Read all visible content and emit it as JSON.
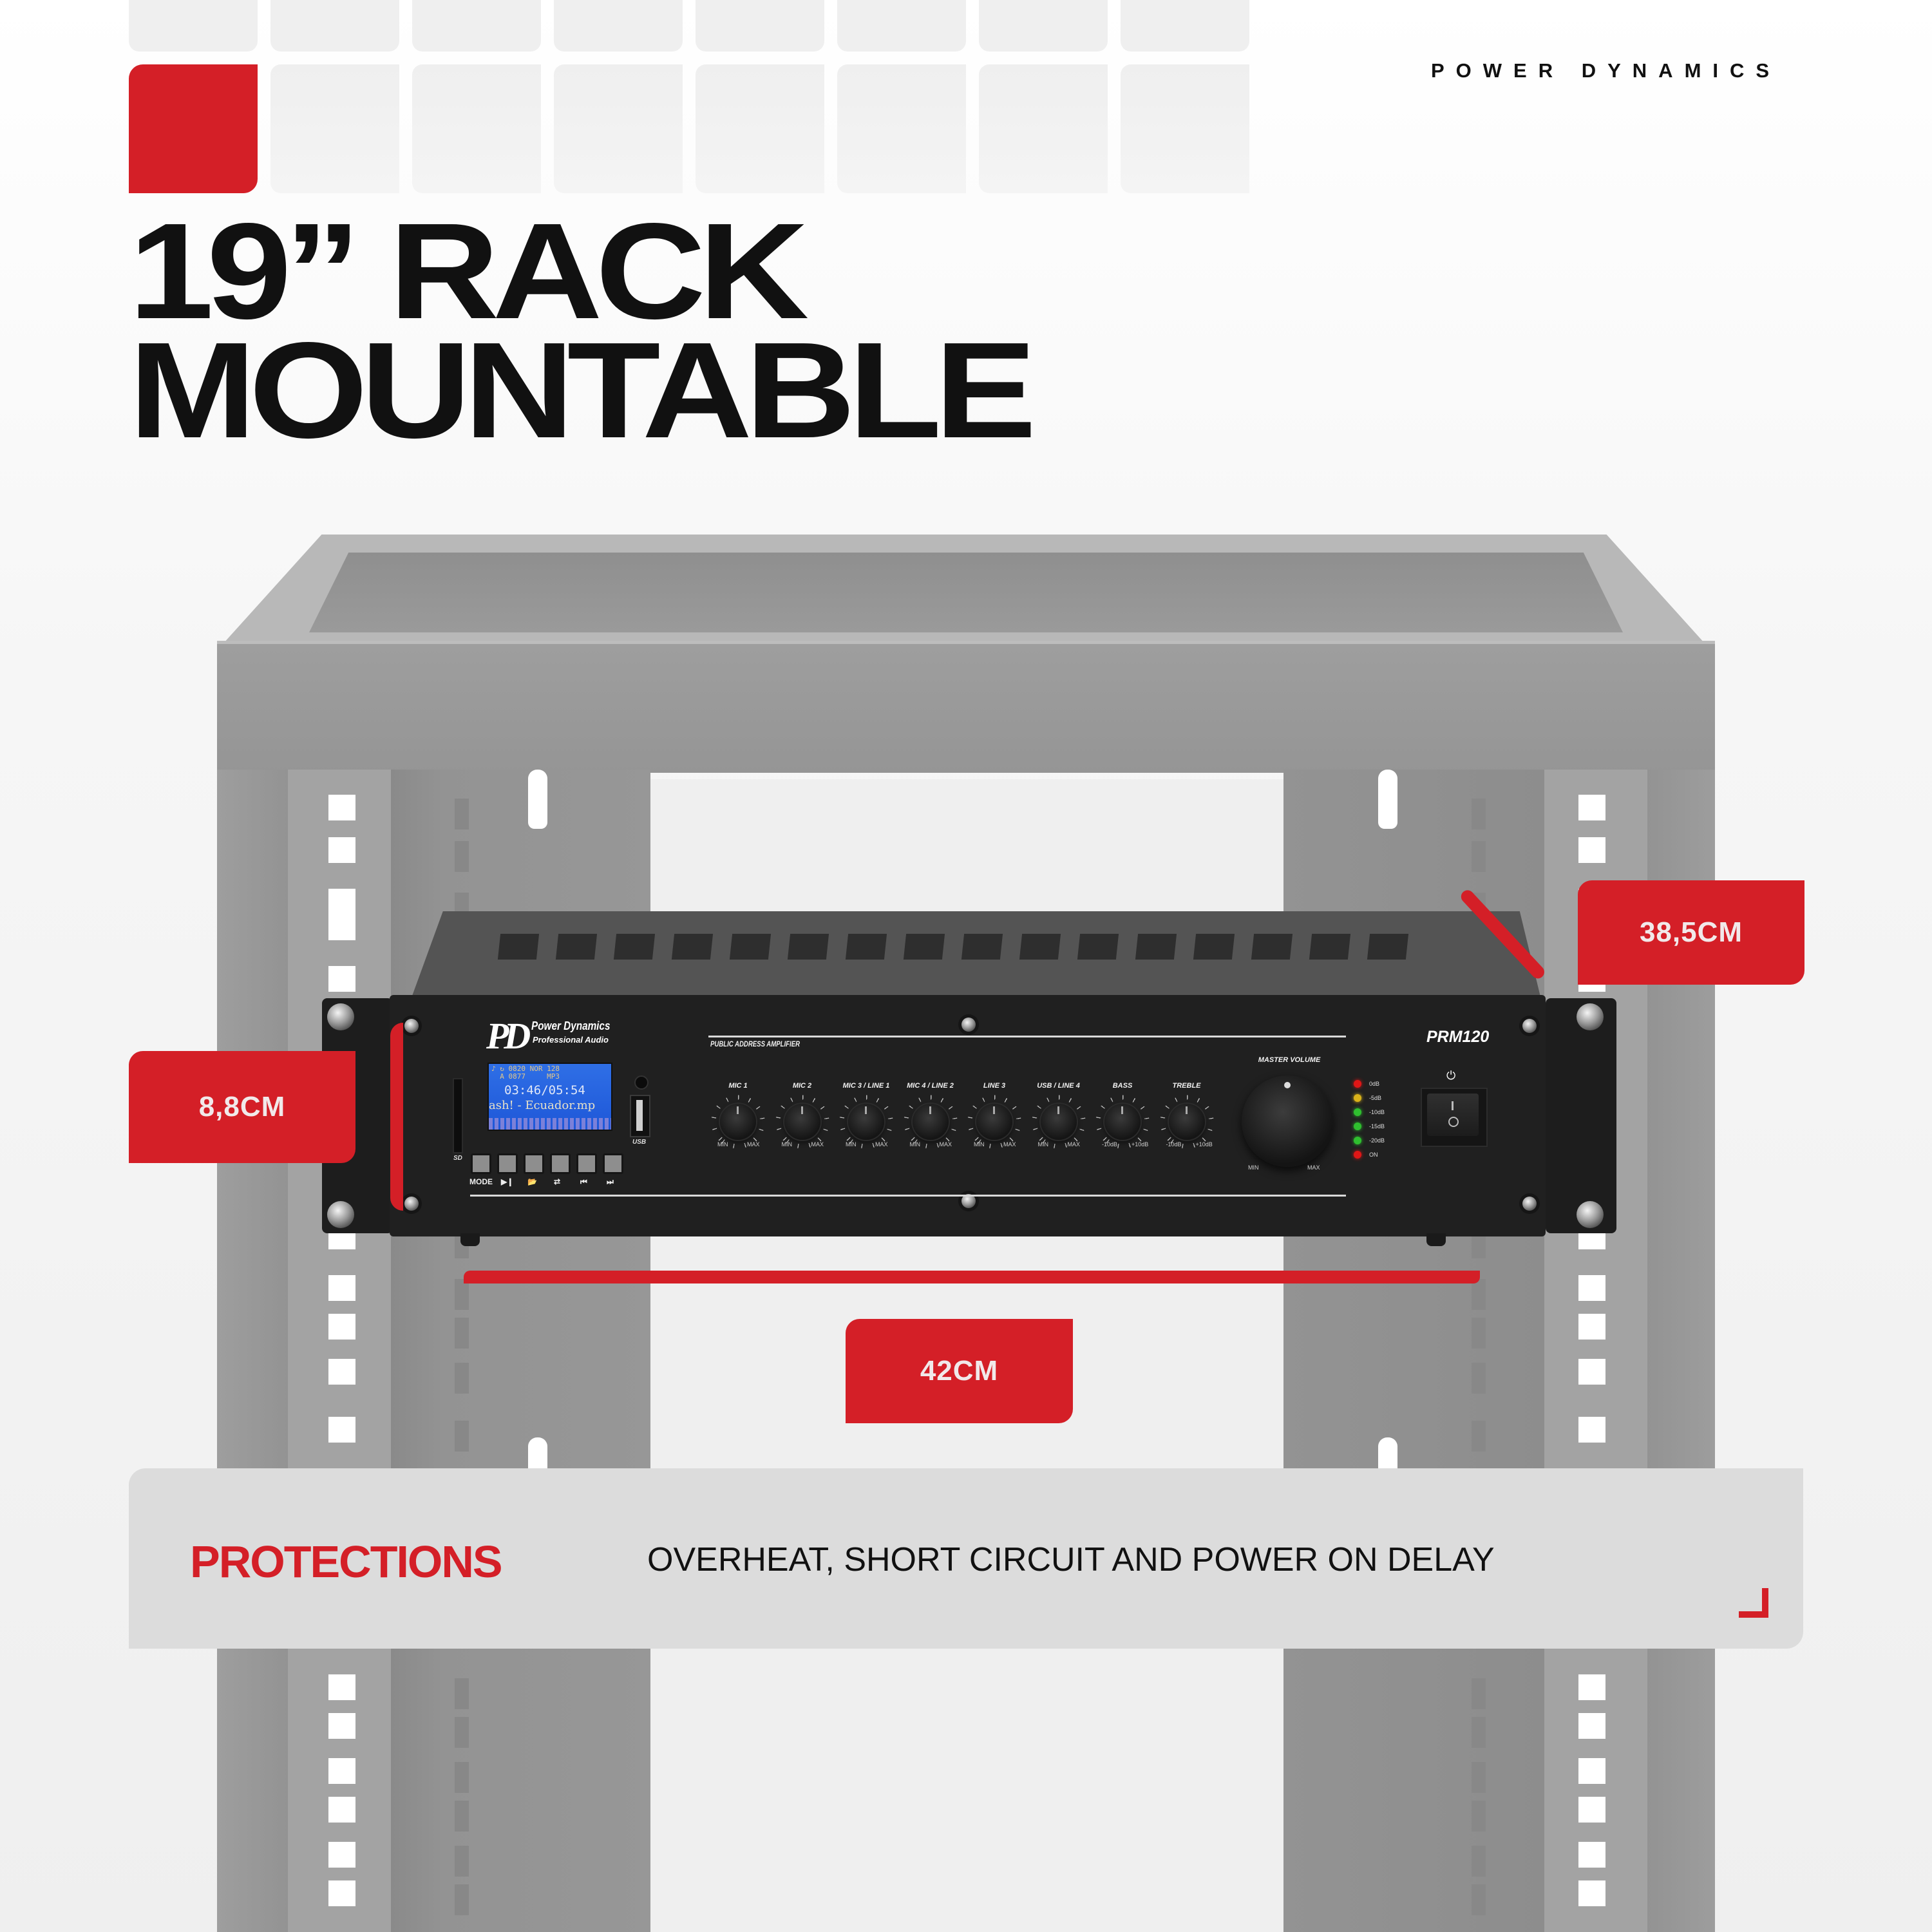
{
  "brand": {
    "name": "POWER DYNAMICS"
  },
  "headline": {
    "line1": "19” RACK",
    "line2": "MOUNTABLE"
  },
  "colors": {
    "accent": "#d41f27",
    "dark": "#111111",
    "panel": "#dcdcdc"
  },
  "dimensions": {
    "height": "8,8CM",
    "depth": "38,5CM",
    "width": "42CM"
  },
  "product": {
    "logo_mark": "PD",
    "logo_name": "Power Dynamics",
    "logo_sub": "Professional Audio",
    "type_label": "PUBLIC ADDRESS AMPLIFIER",
    "model": "PRM120",
    "lcd": {
      "status_line1": "♪ ↻ 0820 NOR 128",
      "status_line2": "  A 0877     MP3",
      "time": "03:46/05:54",
      "track": "ash! - Ecuador.mp"
    },
    "sd_label": "SD",
    "usb_label": "USB",
    "transport": [
      {
        "label": "MODE",
        "icon": "mode"
      },
      {
        "label": "▶❙",
        "icon": "play-pause-icon"
      },
      {
        "label": "📂",
        "icon": "folder-icon"
      },
      {
        "label": "⇄",
        "icon": "repeat-icon"
      },
      {
        "label": "⏮",
        "icon": "previous-icon"
      },
      {
        "label": "⏭",
        "icon": "next-icon"
      }
    ],
    "knobs": [
      {
        "name": "MIC 1",
        "min": "MIN",
        "max": "MAX"
      },
      {
        "name": "MIC 2",
        "min": "MIN",
        "max": "MAX"
      },
      {
        "name": "MIC 3 / LINE 1",
        "min": "MIN",
        "max": "MAX"
      },
      {
        "name": "MIC 4 / LINE 2",
        "min": "MIN",
        "max": "MAX"
      },
      {
        "name": "LINE 3",
        "min": "MIN",
        "max": "MAX"
      },
      {
        "name": "USB / LINE 4",
        "min": "MIN",
        "max": "MAX"
      },
      {
        "name": "BASS",
        "min": "-10dB",
        "max": "+10dB"
      },
      {
        "name": "TREBLE",
        "min": "-10dB",
        "max": "+10dB"
      }
    ],
    "master": {
      "name": "MASTER VOLUME",
      "min": "MIN",
      "max": "MAX"
    },
    "meter": [
      {
        "label": "0dB",
        "color": "#e01616"
      },
      {
        "label": "-5dB",
        "color": "#d9b21a"
      },
      {
        "label": "-10dB",
        "color": "#2fbf2f"
      },
      {
        "label": "-15dB",
        "color": "#2fbf2f"
      },
      {
        "label": "-20dB",
        "color": "#2fbf2f"
      },
      {
        "label": "ON",
        "color": "#e01616"
      }
    ],
    "power_symbol": "⏻",
    "switch_on": "I",
    "switch_off": "O"
  },
  "protections": {
    "title": "PROTECTIONS",
    "text": "OVERHEAT, SHORT CIRCUIT AND POWER ON DELAY"
  }
}
